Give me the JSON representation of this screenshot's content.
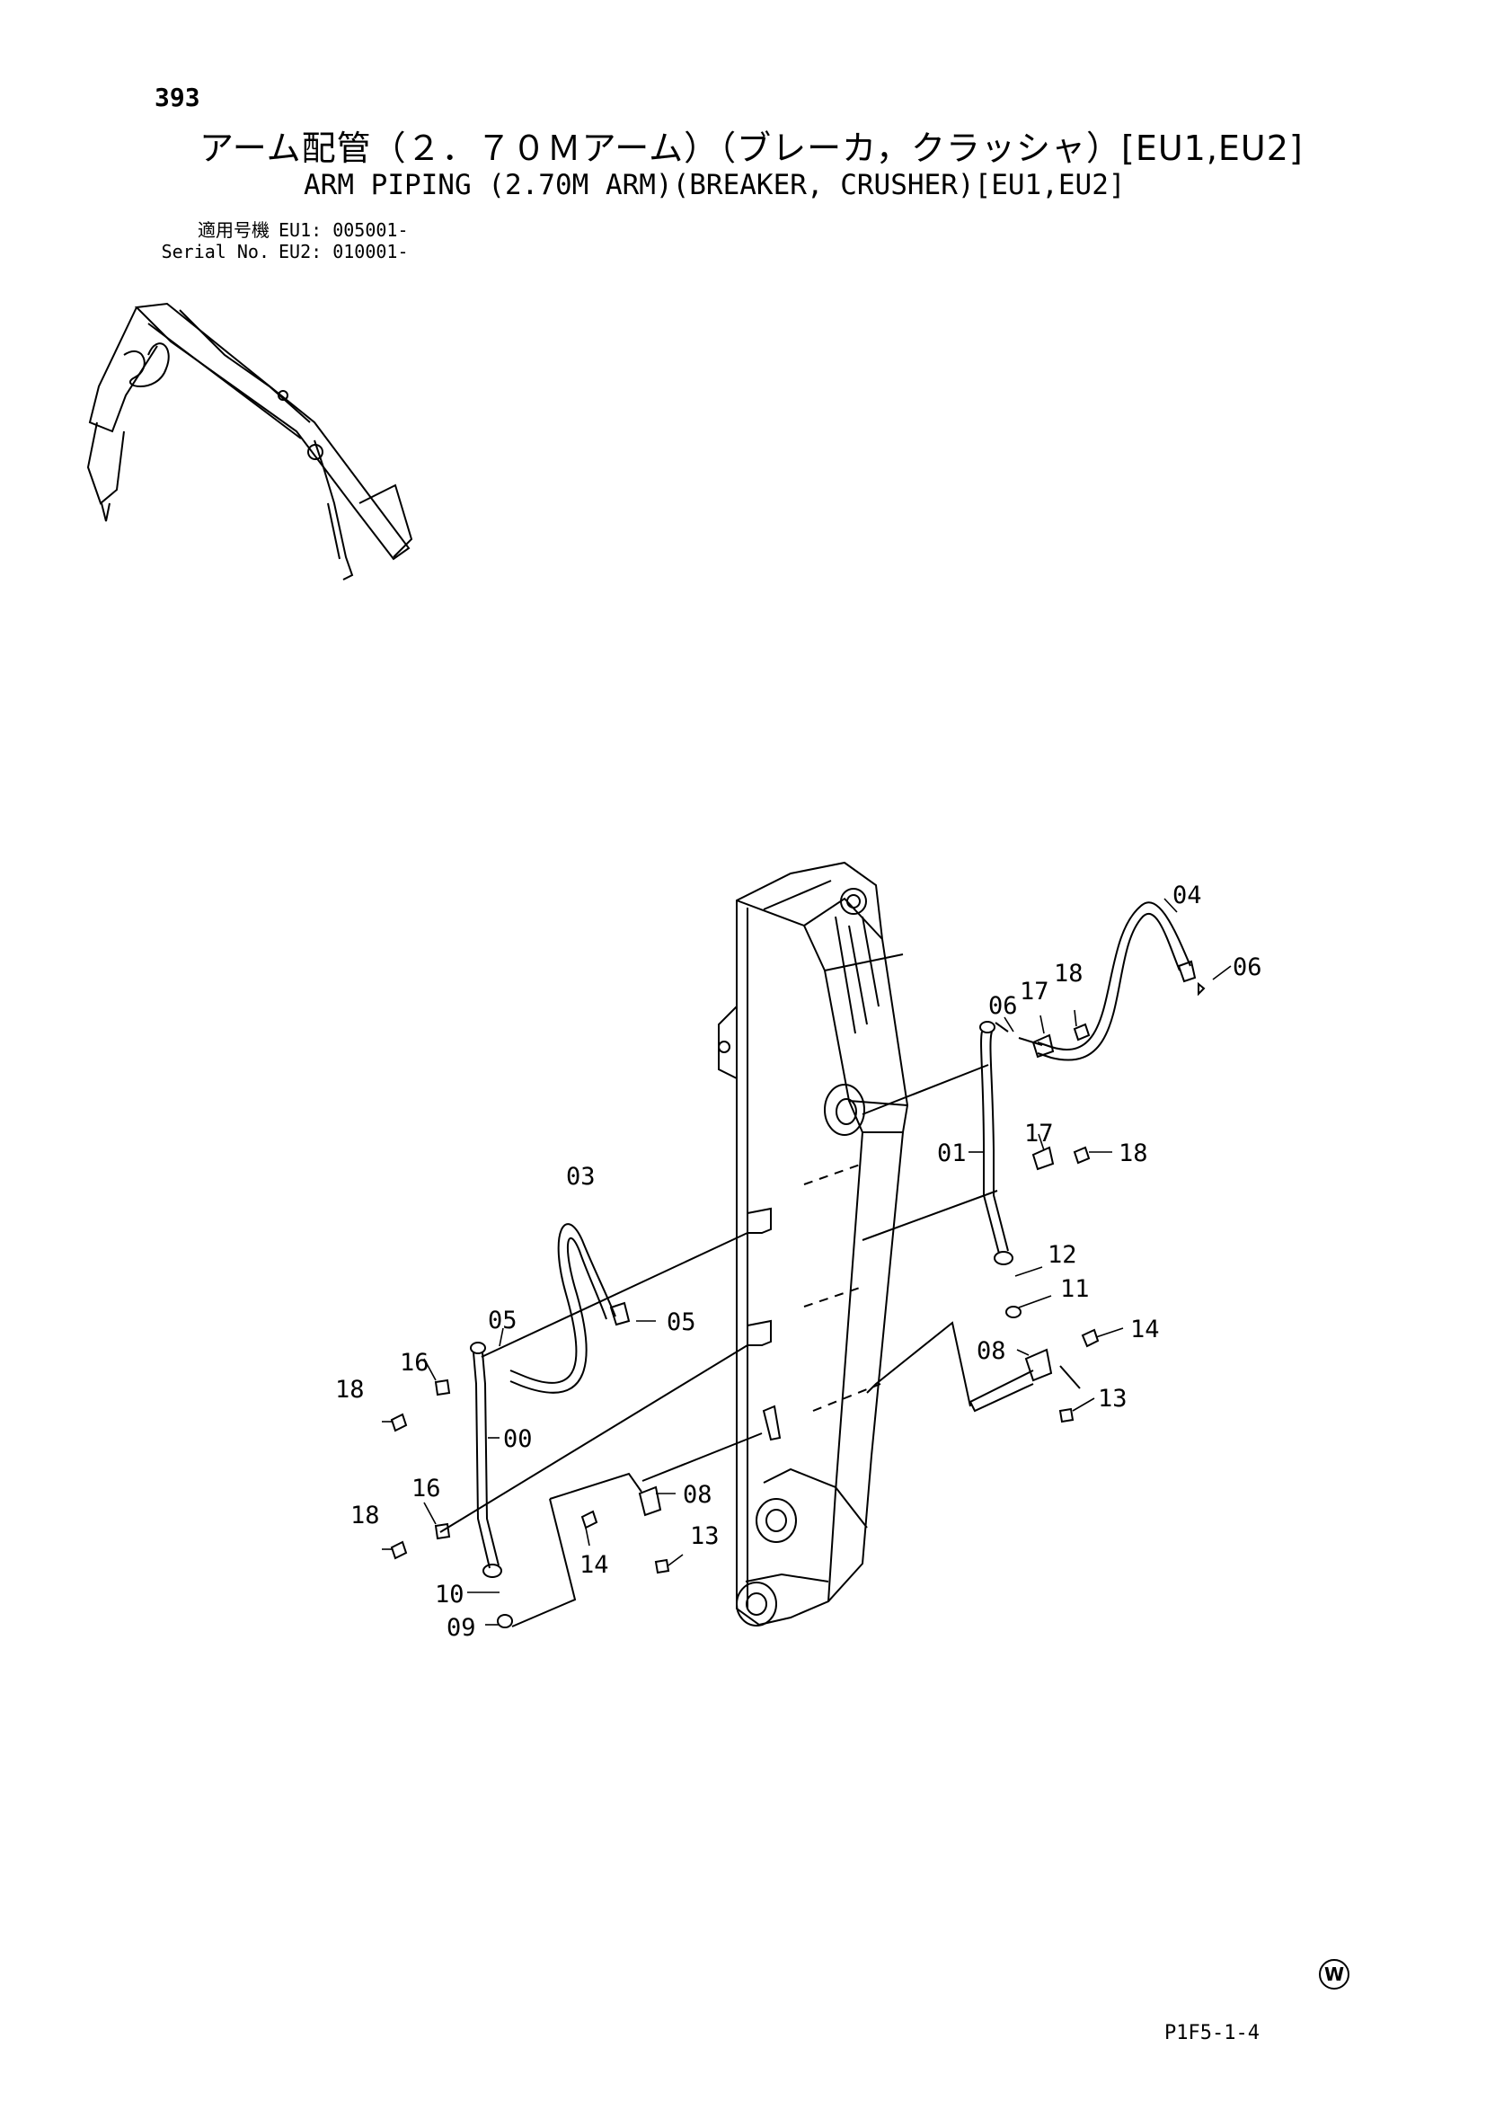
{
  "header": {
    "page_number": "393",
    "title_jp": "アーム配管（２．７０Ｍアーム）（ブレーカ，クラッシャ）[EU1,EU2]",
    "title_en": "ARM PIPING (2.70M ARM)(BREAKER, CRUSHER)[EU1,EU2]",
    "serial_label_jp": "適用号機",
    "serial_label_en": "Serial No.",
    "serial_eu1": "EU1: 005001-",
    "serial_eu2": "EU2: 010001-"
  },
  "callouts": {
    "c04": "04",
    "c06_right": "06",
    "c06_left": "06",
    "c17_top": "17",
    "c18_top": "18",
    "c01": "01",
    "c17_mid": "17",
    "c18_mid": "18",
    "c12": "12",
    "c11": "11",
    "c08_right": "08",
    "c14_right": "14",
    "c13_right": "13",
    "c03": "03",
    "c05_right": "05",
    "c05_left": "05",
    "c16_top": "16",
    "c18_left_top": "18",
    "c00": "00",
    "c16_bottom": "16",
    "c18_left_bottom": "18",
    "c08_left": "08",
    "c13_left": "13",
    "c14_left": "14",
    "c10": "10",
    "c09": "09"
  },
  "footer": {
    "w_mark": "W",
    "page_code": "P1F5-1-4"
  }
}
